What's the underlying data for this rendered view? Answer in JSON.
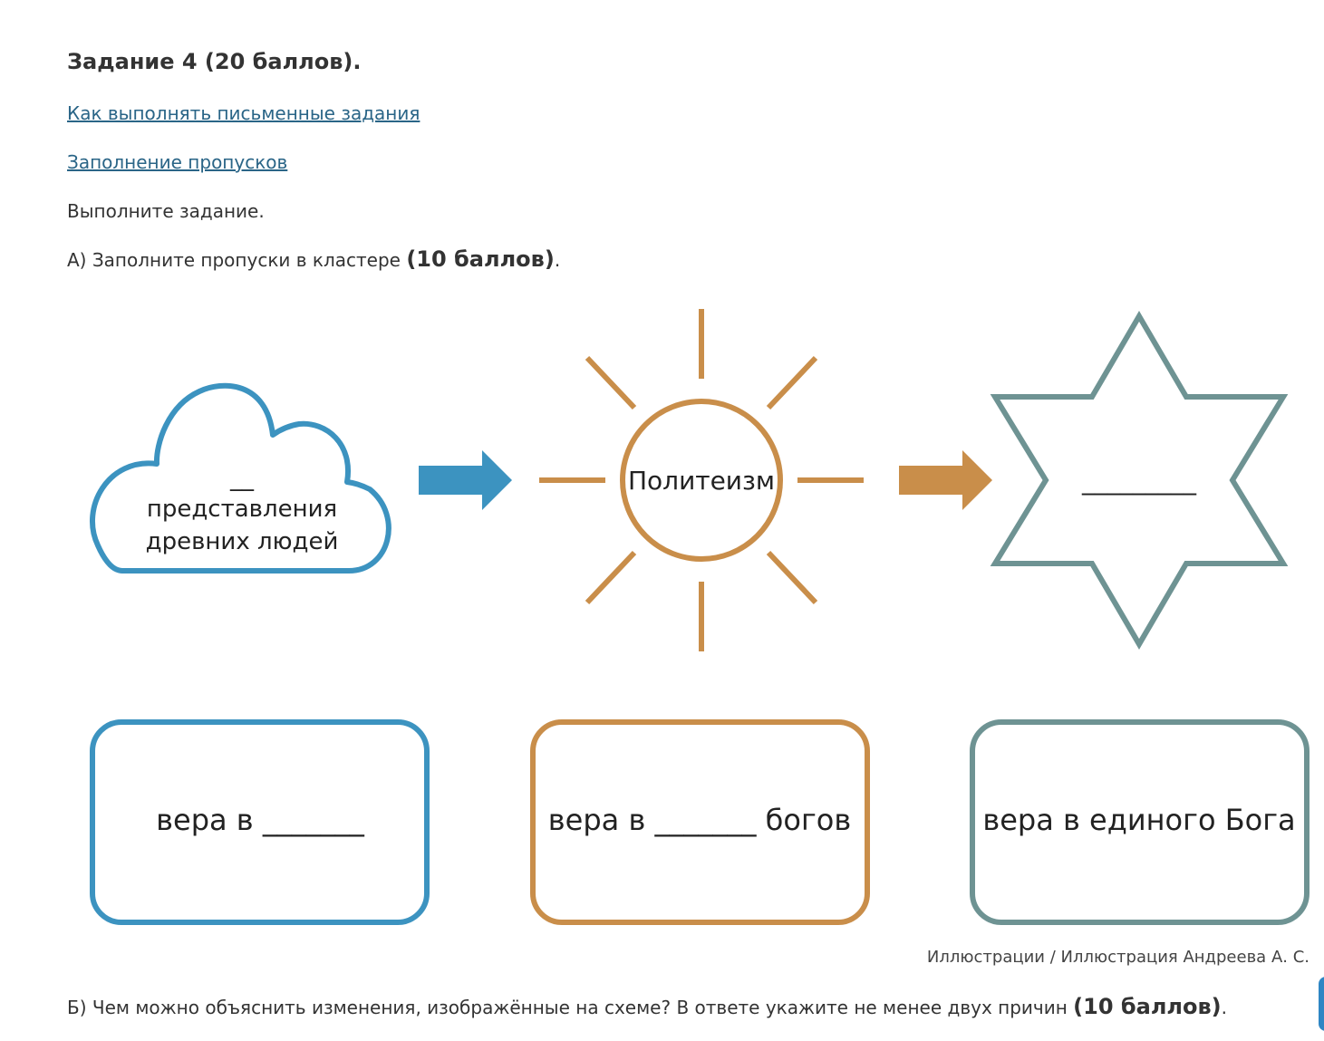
{
  "task": {
    "title": "Задание 4 (20 баллов).",
    "links": [
      "Как выполнять письменные задания",
      "Заполнение пропусков"
    ],
    "instruction": "Выполните задание.",
    "part_a": {
      "text": "А) Заполните пропуски в кластере ",
      "points": "(10 баллов)",
      "end": "."
    },
    "part_b": {
      "text": "Б) Чем можно объяснить изменения, изображённые на схеме? В ответе укажите не менее двух причин ",
      "points": "(10 баллов)",
      "end": "."
    },
    "credit": "Иллюстрации / Иллюстрация Андреева А. С."
  },
  "diagram": {
    "colors": {
      "blue": "#3c93c0",
      "orange": "#c98e4a",
      "gray": "#6e9393"
    },
    "cloud": {
      "blank": "__",
      "line1": "представления",
      "line2": "древних людей"
    },
    "sun": {
      "label": "Политеизм"
    },
    "star": {
      "blank": "_________"
    },
    "boxes": [
      {
        "text": "вера в _______"
      },
      {
        "text": "вера в _______ богов"
      },
      {
        "text": "вера в единого Бога"
      }
    ]
  }
}
